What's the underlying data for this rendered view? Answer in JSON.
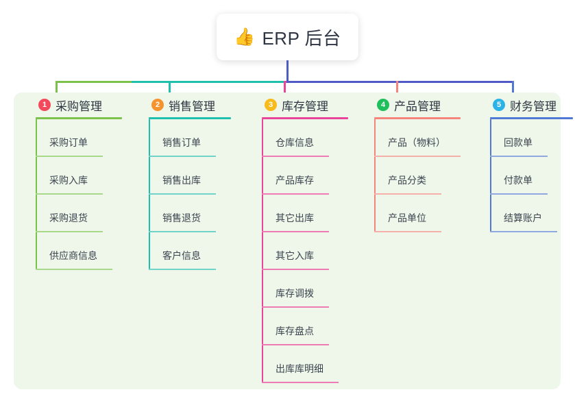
{
  "root": {
    "icon": "thumbs-up-icon",
    "emoji": "👍",
    "title": "ERP 后台"
  },
  "colors": {
    "panel_bg": "#eef7ea",
    "root_text": "#2f3542",
    "item_text": "#3d4450",
    "trunk": "#4f5ac7",
    "col1_line": "#7cc24a",
    "col2_line": "#1fbfae",
    "col3_line": "#e8449a",
    "col4_line": "#f4847c",
    "col5_line": "#4f79d4",
    "badge1": "#f4495c",
    "badge2": "#f5932e",
    "badge3": "#f7bb1c",
    "badge4": "#1fbf5c",
    "badge5": "#2bb2e8",
    "col1_item_line": "#a8d98a",
    "col2_item_line": "#6fd3c8",
    "col3_item_line": "#ee7bb6",
    "col4_item_line": "#f6b0aa",
    "col5_item_line": "#8fa9e0"
  },
  "columns": [
    {
      "number": "1",
      "title": "采购管理",
      "items": [
        "采购订单",
        "采购入库",
        "采购退货",
        "供应商信息"
      ]
    },
    {
      "number": "2",
      "title": "销售管理",
      "items": [
        "销售订单",
        "销售出库",
        "销售退货",
        "客户信息"
      ]
    },
    {
      "number": "3",
      "title": "库存管理",
      "items": [
        "仓库信息",
        "产品库存",
        "其它出库",
        "其它入库",
        "库存调拨",
        "库存盘点",
        "出库库明细"
      ]
    },
    {
      "number": "4",
      "title": "产品管理",
      "items": [
        "产品（物料）",
        "产品分类",
        "产品单位"
      ]
    },
    {
      "number": "5",
      "title": "财务管理",
      "items": [
        "回款单",
        "付款单",
        "结算账户"
      ]
    }
  ]
}
